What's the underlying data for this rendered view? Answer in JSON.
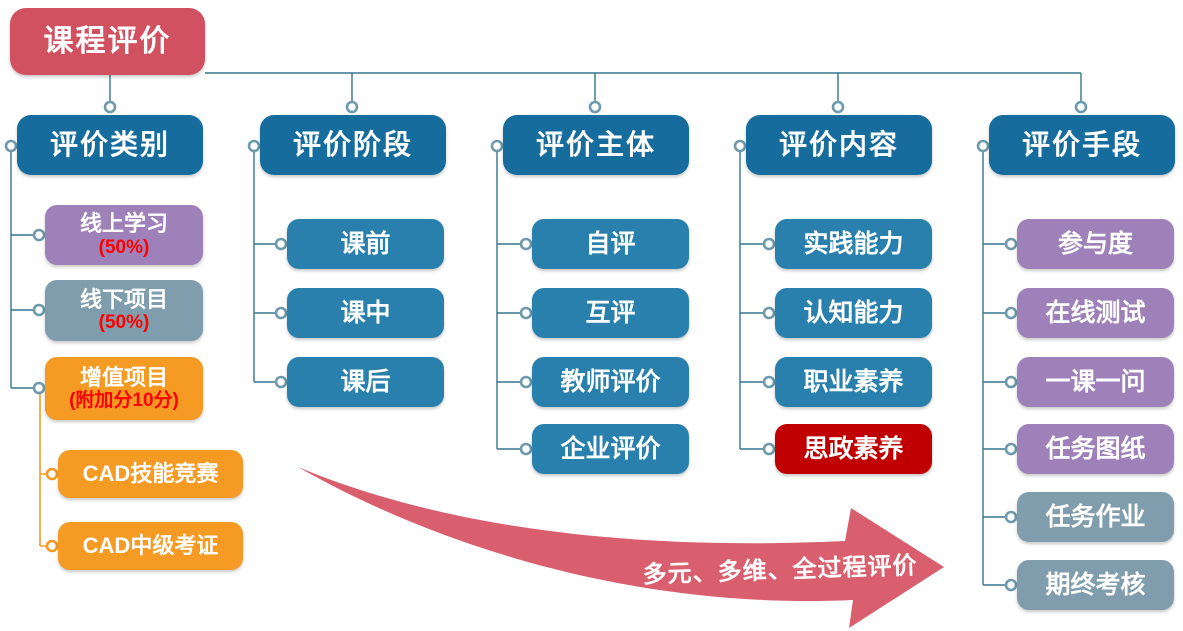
{
  "root": {
    "label": "课程评价"
  },
  "columns": [
    {
      "header": "评价类别",
      "items": [
        {
          "title": "线上学习",
          "sub": "(50%)"
        },
        {
          "title": "线下项目",
          "sub": "(50%)"
        },
        {
          "title": "增值项目",
          "sub": "(附加分10分)"
        }
      ],
      "bonus_items": [
        "CAD技能竞赛",
        "CAD中级考证"
      ]
    },
    {
      "header": "评价阶段",
      "items": [
        "课前",
        "课中",
        "课后"
      ]
    },
    {
      "header": "评价主体",
      "items": [
        "自评",
        "互评",
        "教师评价",
        "企业评价"
      ]
    },
    {
      "header": "评价内容",
      "items": [
        "实践能力",
        "认知能力",
        "职业素养",
        "思政素养"
      ]
    },
    {
      "header": "评价手段",
      "items": [
        "参与度",
        "在线测试",
        "一课一问",
        "任务图纸",
        "任务作业",
        "期终考核"
      ]
    }
  ],
  "arrow": {
    "label": "多元、多维、全过程评价"
  },
  "colors": {
    "root_red": "#d15160",
    "header_blue": "#166d9d",
    "item_blue": "#2a80ad",
    "purple": "#9e81b8",
    "slate": "#7f9dac",
    "orange": "#f59a23",
    "deep_red": "#c00000",
    "arrow_red": "#d95f6e",
    "accent_red_text": "#ff0000",
    "connector": "#35758d",
    "dot_stroke": "#6e9aab"
  }
}
